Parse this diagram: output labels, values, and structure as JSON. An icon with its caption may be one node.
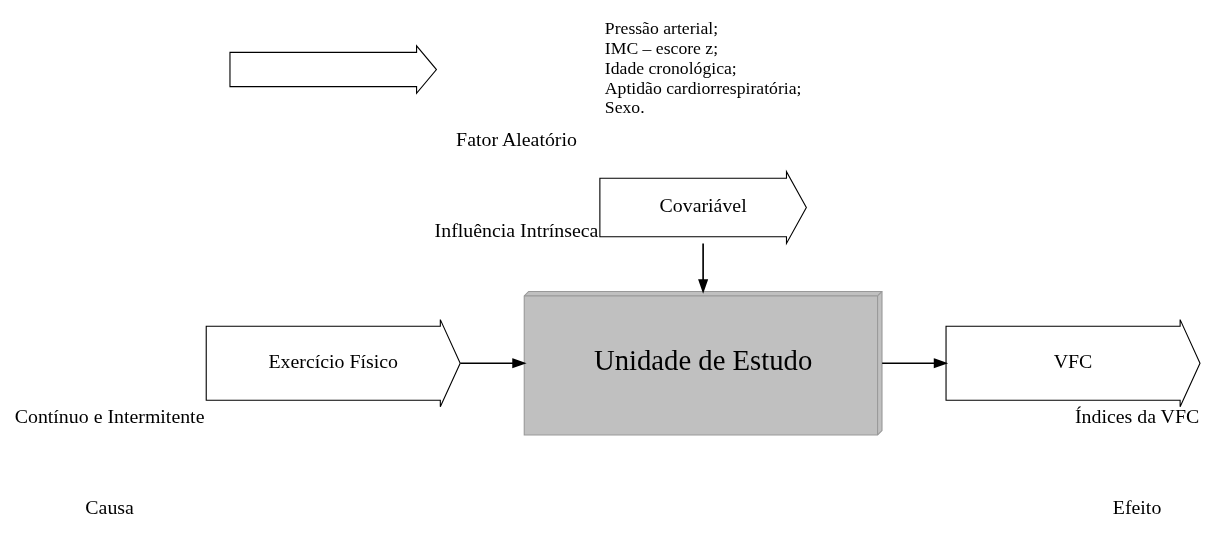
{
  "diagram": {
    "nodes": [
      {
        "text": [
          "Exercício Físico"
        ],
        "beside": [
          "Contínuo e Intermitente",
          "Causa"
        ]
      },
      {
        "text": [
          "Unidade de Estudo"
        ]
      },
      {
        "text": [
          "VFC"
        ],
        "beside": [
          "Índices da VFC",
          "Efeito"
        ]
      },
      {
        "text": [
          "Covariável"
        ],
        "beside": [
          "Fator Aleatório",
          "Influência Intrínseca"
        ]
      },
      {
        "text": [],
        "shape": "arrow"
      }
    ],
    "edges": [
      {
        "from": 0,
        "to": 1,
        "arrow": "to"
      },
      {
        "from": 1,
        "to": 2,
        "arrow": "to"
      },
      {
        "from": 3,
        "to": 1,
        "arrow": "to"
      }
    ],
    "labels": [
      "Pressão arterial;",
      "IMC – escore z;",
      "Idade cronológica;",
      "Aptidão cardiorrespiratória;",
      "Sexo."
    ]
  }
}
